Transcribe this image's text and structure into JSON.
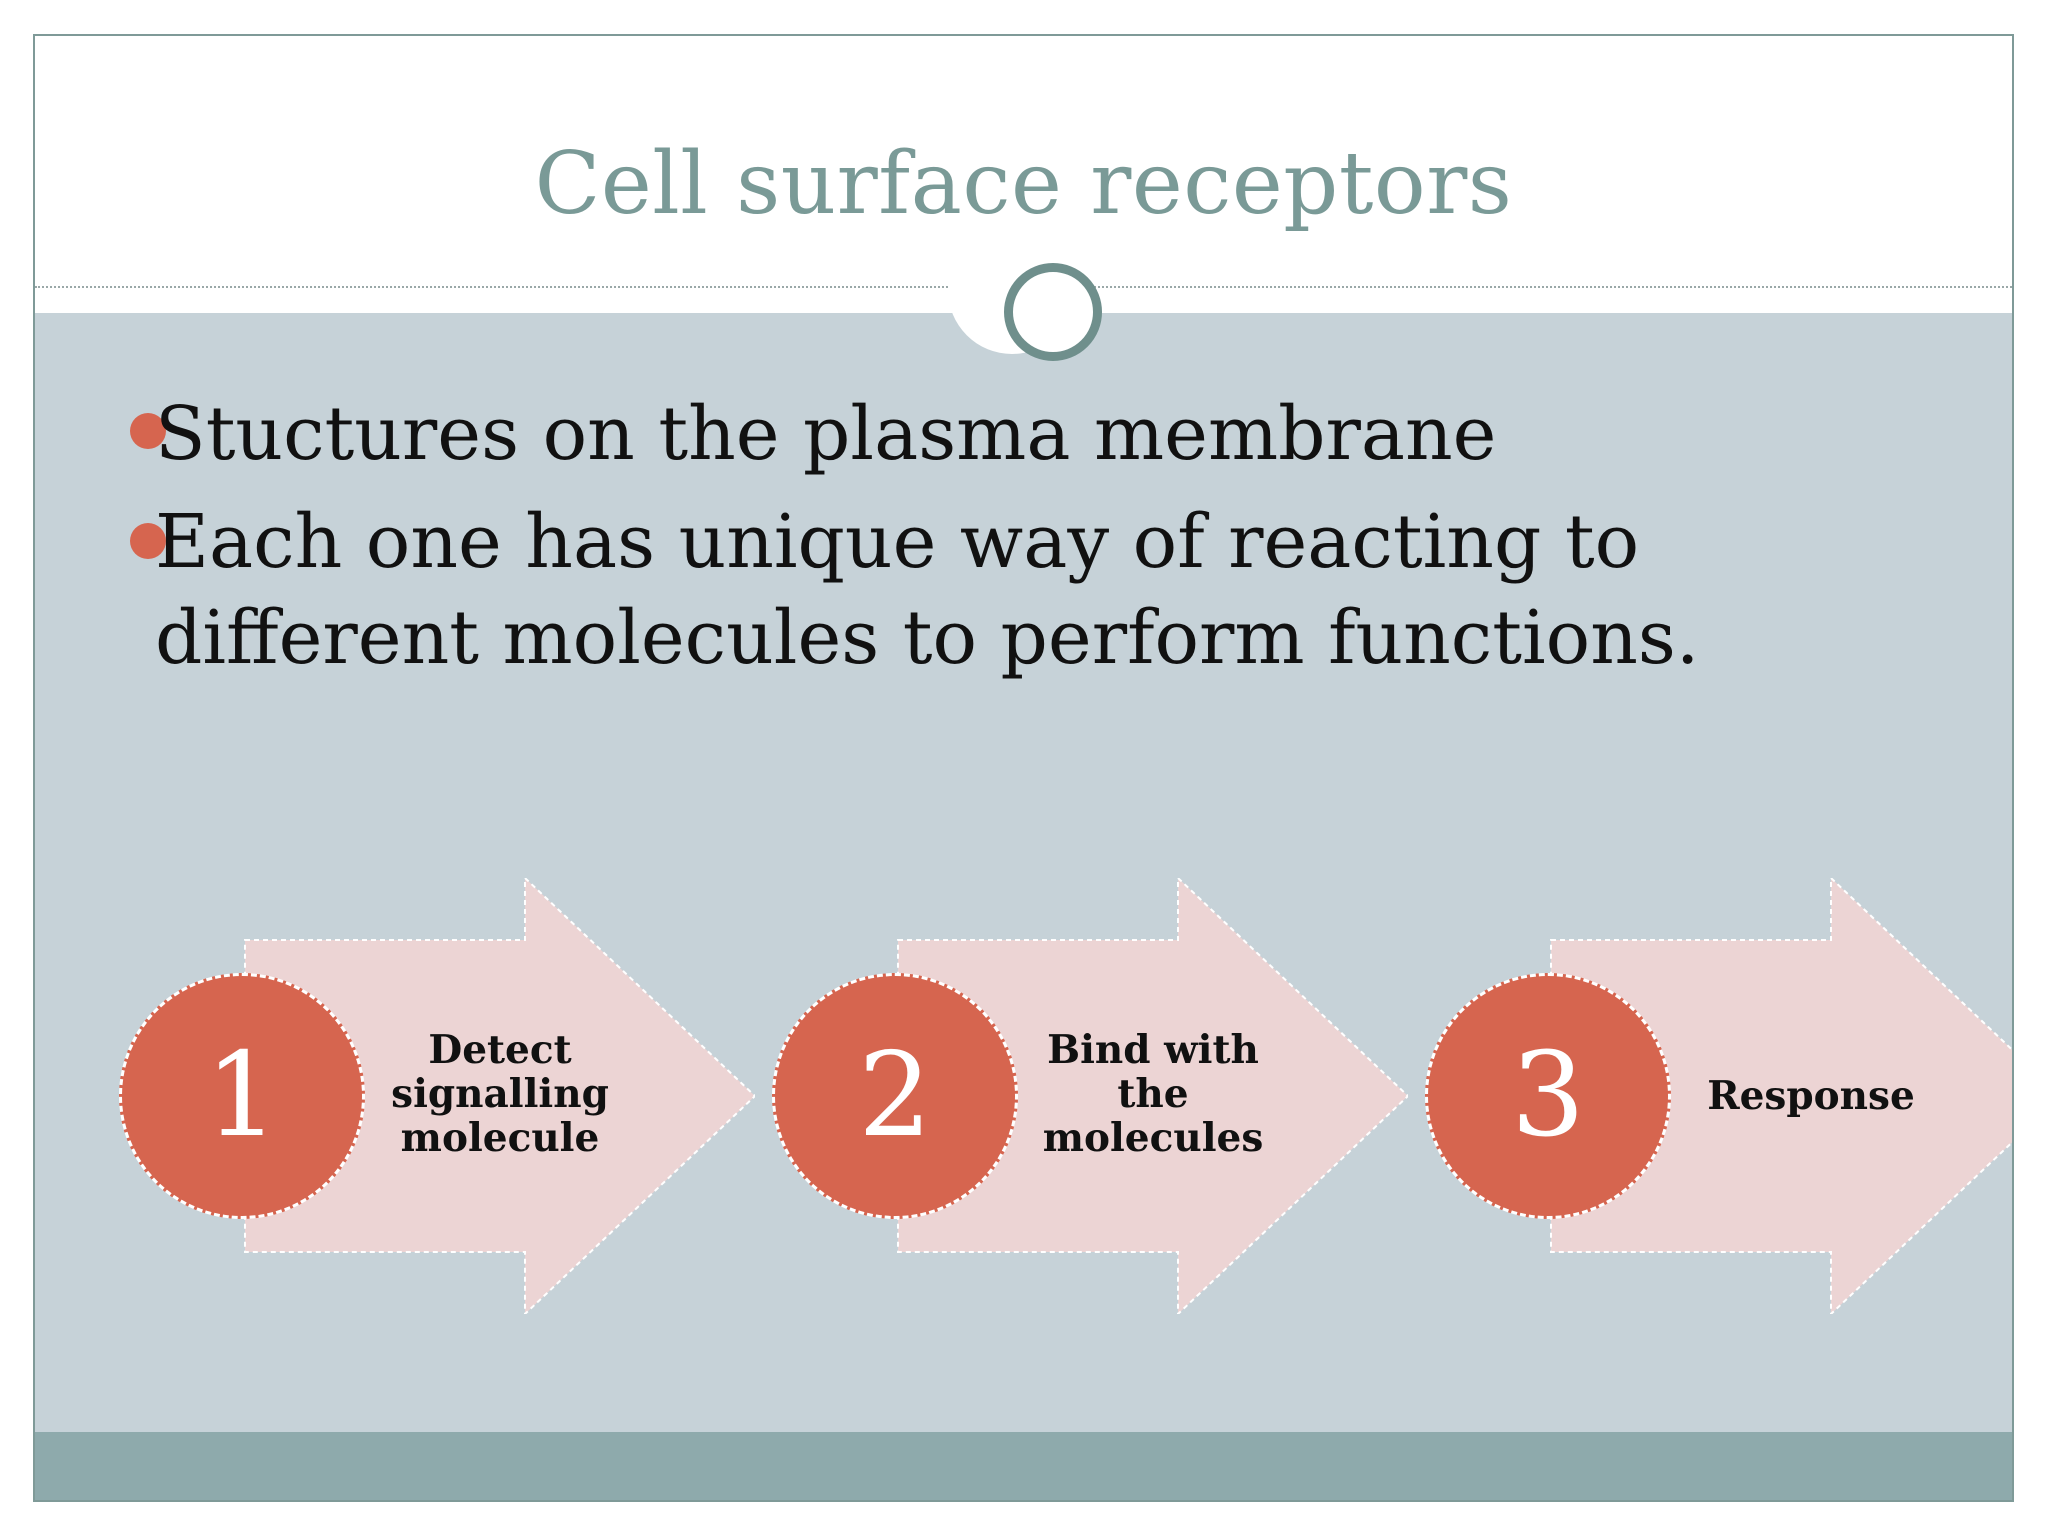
{
  "slide": {
    "title": "Cell surface receptors",
    "bullets": [
      "Stuctures on the plasma membrane",
      "Each one has unique way of reacting to different molecules to perform functions."
    ],
    "process": {
      "steps": [
        {
          "number": "1",
          "label": "Detect signalling molecule"
        },
        {
          "number": "2",
          "label": "Bind with the molecules"
        },
        {
          "number": "3",
          "label": "Response"
        }
      ]
    }
  },
  "colors": {
    "title": "#7a9a97",
    "content_bg": "#c6d2d8",
    "footer_band": "#8eaaac",
    "accent": "#d6654f",
    "arrow": "#ecd4d4"
  }
}
